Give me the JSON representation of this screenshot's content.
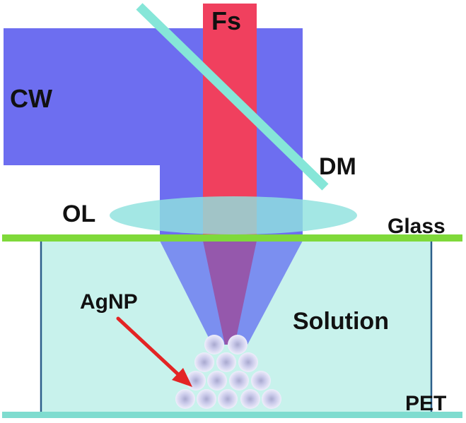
{
  "labels": {
    "fs": "Fs",
    "cw": "CW",
    "dm": "DM",
    "ol": "OL",
    "glass": "Glass",
    "agnp": "AgNP",
    "solution": "Solution",
    "pet": "PET"
  },
  "colors": {
    "cw_beam": "#6d6ef0",
    "fs_beam": "#f0405e",
    "mirror": "#86e6d8",
    "lens": "#8fe2de",
    "glass": "#7fd93a",
    "solution": "#c8f2ec",
    "pet": "#7fdccf",
    "cone_cw": "#7b8ff0",
    "cone_fs": "#9a4fa0",
    "arrow": "#e32424",
    "particle": "#d4d4ee",
    "text": "#111111"
  }
}
